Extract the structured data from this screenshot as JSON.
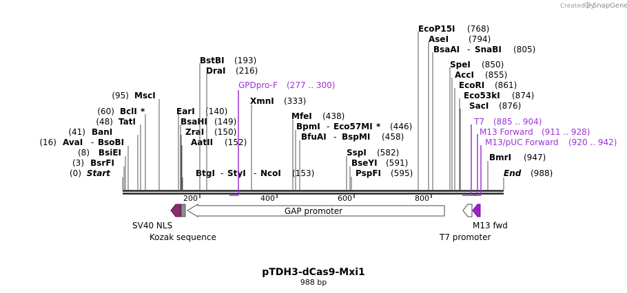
{
  "credit": {
    "prefix": "Created by",
    "brand": "SnapGene"
  },
  "plasmid": {
    "name": "pTDH3-dCas9-Mxi1",
    "length_label": "988 bp"
  },
  "ruler": {
    "ticks": [
      "200",
      "400",
      "600",
      "800"
    ]
  },
  "sites": {
    "start": {
      "pos": "(0)",
      "name": "Start"
    },
    "end": {
      "pos": "(988)",
      "name": "End"
    },
    "bsrfi": {
      "pos": "(3)",
      "name": "BsrFI"
    },
    "bsiei": {
      "pos": "(8)",
      "name": "BsiEI"
    },
    "avai": {
      "pos": "(16)",
      "name": "AvaI",
      "sep": "-",
      "name2": "BsoBI"
    },
    "bani": {
      "pos": "(41)",
      "name": "BanI"
    },
    "tati": {
      "pos": "(48)",
      "name": "TatI"
    },
    "bcli": {
      "pos": "(60)",
      "name": "BclI",
      "star": "*"
    },
    "msci": {
      "pos": "(95)",
      "name": "MscI"
    },
    "bstbi": {
      "name": "BstBI",
      "pos": "(193)"
    },
    "drai": {
      "name": "DraI",
      "pos": "(216)"
    },
    "eari": {
      "name": "EarI",
      "pos": "(140)"
    },
    "bsahi": {
      "name": "BsaHI",
      "pos": "(149)"
    },
    "zrai": {
      "name": "ZraI",
      "pos": "(150)"
    },
    "aatii": {
      "name": "AatII",
      "pos": "(152)"
    },
    "btgi": {
      "name": "BtgI",
      "sep": "-",
      "name2": "StyI",
      "sep2": "-",
      "name3": "NcoI",
      "pos": "(153)"
    },
    "xmni": {
      "name": "XmnI",
      "pos": "(333)"
    },
    "mfei": {
      "name": "MfeI",
      "pos": "(438)"
    },
    "bpmi": {
      "name": "BpmI",
      "sep": "-",
      "name2": "Eco57MI",
      "star": "*",
      "pos": "(446)"
    },
    "bfuai": {
      "name": "BfuAI",
      "sep": "-",
      "name2": "BspMI",
      "pos": "(458)"
    },
    "sspi": {
      "name": "SspI",
      "pos": "(582)"
    },
    "bseyi": {
      "name": "BseYI",
      "pos": "(591)"
    },
    "pspfi": {
      "name": "PspFI",
      "pos": "(595)"
    },
    "ecop15i": {
      "name": "EcoP15I",
      "pos": "(768)"
    },
    "asei": {
      "name": "AseI",
      "pos": "(794)"
    },
    "bsaai": {
      "name": "BsaAI",
      "sep": "-",
      "name2": "SnaBI",
      "pos": "(805)"
    },
    "spei": {
      "name": "SpeI",
      "pos": "(850)"
    },
    "acci": {
      "name": "AccI",
      "pos": "(855)"
    },
    "ecori": {
      "name": "EcoRI",
      "pos": "(861)"
    },
    "eco53ki": {
      "name": "Eco53kI",
      "pos": "(874)"
    },
    "saci": {
      "name": "SacI",
      "pos": "(876)"
    },
    "bmri": {
      "name": "BmrI",
      "pos": "(947)"
    }
  },
  "primers": {
    "gpdpro_f": {
      "name": "GPDpro-F",
      "range": "(277 .. 300)"
    },
    "t7": {
      "name": "T7",
      "range": "(885 .. 904)"
    },
    "m13_forward": {
      "name": "M13 Forward",
      "range": "(911 .. 928)"
    },
    "m13_puc_forward": {
      "name": "M13/pUC Forward",
      "range": "(920 .. 942)"
    }
  },
  "features": {
    "sv40_nls": {
      "label": "SV40 NLS",
      "color": "#8e2a6a"
    },
    "kozak": {
      "label": "Kozak sequence",
      "color": "#8a9090"
    },
    "gap_promoter": {
      "label": "GAP promoter",
      "color": "#ffffff"
    },
    "t7_promoter": {
      "label": "T7 promoter",
      "color": "#ffffff"
    },
    "m13_fwd": {
      "label": "M13 fwd",
      "color": "#a020c8"
    }
  },
  "colors": {
    "primer": "#9b30d9",
    "backbone": "#222222",
    "line": "#555555"
  }
}
